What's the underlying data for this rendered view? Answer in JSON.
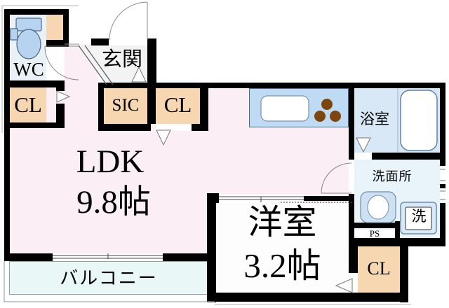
{
  "title": "apartment-floor-plan",
  "rooms": {
    "wc": {
      "label": "WC"
    },
    "closet_entry": {
      "label": "CL"
    },
    "genkan": {
      "label": "玄関"
    },
    "sic": {
      "label": "SIC"
    },
    "closet_hall": {
      "label": "CL"
    },
    "ldk": {
      "label": "LDK",
      "size": "9.8帖"
    },
    "bathroom": {
      "label": "浴室"
    },
    "washroom": {
      "label": "洗面所"
    },
    "washer": {
      "label": "洗"
    },
    "pipe_space": {
      "label": "PS"
    },
    "closet_bedroom": {
      "label": "CL"
    },
    "bedroom": {
      "label": "洋室",
      "size": "3.2帖"
    },
    "balcony": {
      "label": "バルコニー"
    }
  },
  "fixtures": [
    "toilet",
    "bathtub",
    "kitchen-sink",
    "stove-burners",
    "vanity-sink",
    "washing-machine"
  ],
  "colors": {
    "wall": "#000000",
    "ldk_floor": "#fbeef4",
    "closet_peach": "#f6d7b2",
    "bath_floor": "#d9e8f6",
    "washroom_floor": "#e8f3fa",
    "kitchen_counter": "#bfdbf3",
    "fixture_blue": "#b8d3ef",
    "balcony": "#eaf7f7",
    "burner_brown": "#7e460f"
  }
}
